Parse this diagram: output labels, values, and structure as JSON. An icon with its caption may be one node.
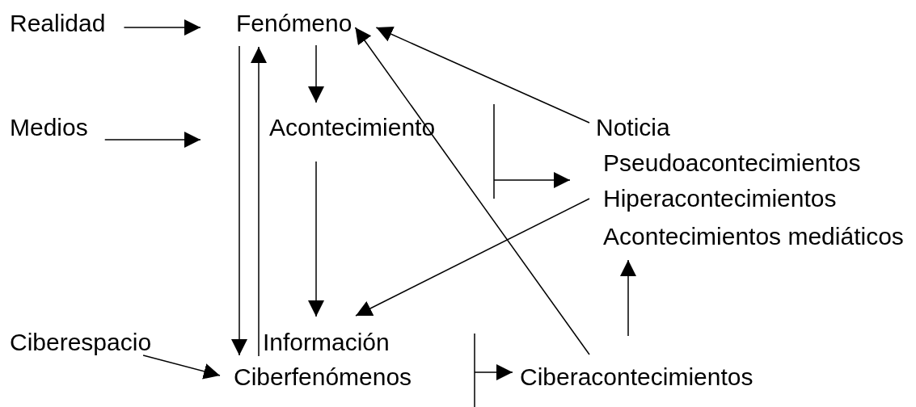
{
  "diagram": {
    "nodes": [
      {
        "text": [
          "Realidad"
        ]
      },
      {
        "text": [
          "Fenómeno"
        ]
      },
      {
        "text": [
          "Medios"
        ]
      },
      {
        "text": [
          "Acontecimiento"
        ]
      },
      {
        "text": [
          "Noticia"
        ]
      },
      {
        "text": [
          "Pseudoacontecimientos"
        ]
      },
      {
        "text": [
          "Hiperacontecimientos"
        ]
      },
      {
        "text": [
          "Acontecimientos mediáticos"
        ]
      },
      {
        "text": [
          "Ciberespacio"
        ]
      },
      {
        "text": [
          "Información"
        ]
      },
      {
        "text": [
          "Ciberfenómenos"
        ]
      },
      {
        "text": [
          "Ciberacontecimientos"
        ]
      }
    ],
    "edges": [
      {
        "from": 0,
        "to": 1,
        "arrow": "to"
      },
      {
        "from": 2,
        "to": null,
        "arrow": "to"
      },
      {
        "from": 1,
        "to": 10,
        "arrow": "to"
      },
      {
        "from": 10,
        "to": 1,
        "arrow": "to"
      },
      {
        "from": 1,
        "to": 3,
        "arrow": "to"
      },
      {
        "from": 3,
        "to": 9,
        "arrow": "to"
      },
      {
        "from": 4,
        "to": 1,
        "arrow": "to"
      },
      {
        "from": 11,
        "to": 1,
        "arrow": "to"
      },
      {
        "from": 6,
        "to": 9,
        "arrow": "to"
      },
      {
        "from": 11,
        "to": 7,
        "arrow": "to"
      },
      {
        "from": null,
        "to": 5,
        "arrow": "to"
      },
      {
        "from": null,
        "to": 11,
        "arrow": "to"
      },
      {
        "from": 8,
        "to": 10,
        "arrow": "to"
      }
    ]
  }
}
